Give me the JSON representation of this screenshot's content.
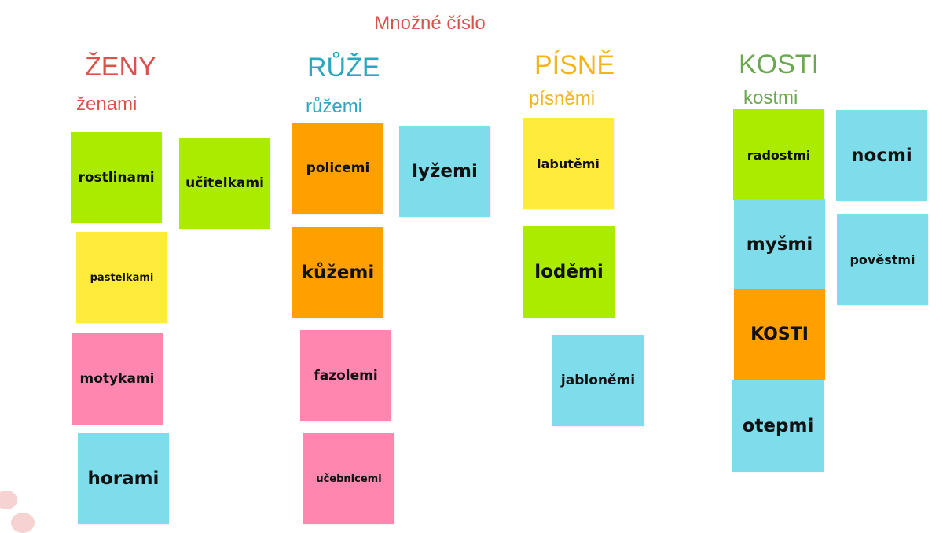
{
  "title": "Množné číslo",
  "colors": {
    "title": "#d9534a",
    "zeny": "#d9534a",
    "ruze": "#2aa7c0",
    "pisne": "#f4b41a",
    "kosti": "#6aa84f",
    "note_green": "#aaeb00",
    "note_yellow": "#ffeb3b",
    "note_pink": "#ff86ae",
    "note_blue": "#7edceb",
    "note_orange": "#ff9f00"
  },
  "columns": {
    "zeny": {
      "heading": "ŽENY",
      "ending": "ženami",
      "notes": [
        "rostlinami",
        "učitelkami",
        "pastelkami",
        "motykami",
        "horami"
      ]
    },
    "ruze": {
      "heading": "RŮŽE",
      "ending": "růžemi",
      "notes": [
        "policemi",
        "lyžemi",
        "kůžemi",
        "fazolemi",
        "učebnicemi"
      ]
    },
    "pisne": {
      "heading": "PÍSNĚ",
      "ending": "písněmi",
      "notes": [
        "labutěmi",
        "loděmi",
        "jabloněmi"
      ]
    },
    "kosti": {
      "heading": "KOSTI",
      "ending": "kostmi",
      "notes": [
        "radostmi",
        "nocmi",
        "myšmi",
        "pověstmi",
        "KOSTI",
        "otepmi"
      ]
    }
  }
}
